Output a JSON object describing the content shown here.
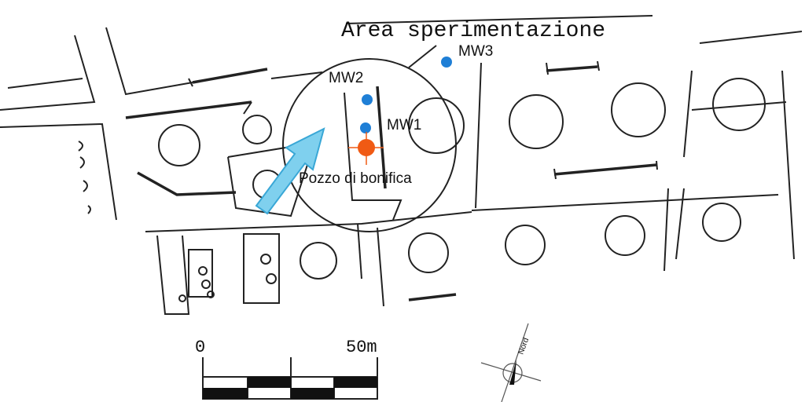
{
  "title": "Area sperimentazione",
  "wells": [
    {
      "label": "MW3",
      "color": "#1f7fd6"
    },
    {
      "label": "MW2",
      "color": "#1f7fd6"
    },
    {
      "label": "MW1",
      "color": "#1f7fd6"
    }
  ],
  "remediation_well": {
    "label": "Pozzo di bonifica",
    "color": "#f05a14"
  },
  "flow_arrow_color": "#7fd0ee",
  "scale_bar": {
    "start_label": "0",
    "end_label": "50m"
  },
  "north_arrow": {
    "label": "Nord"
  }
}
